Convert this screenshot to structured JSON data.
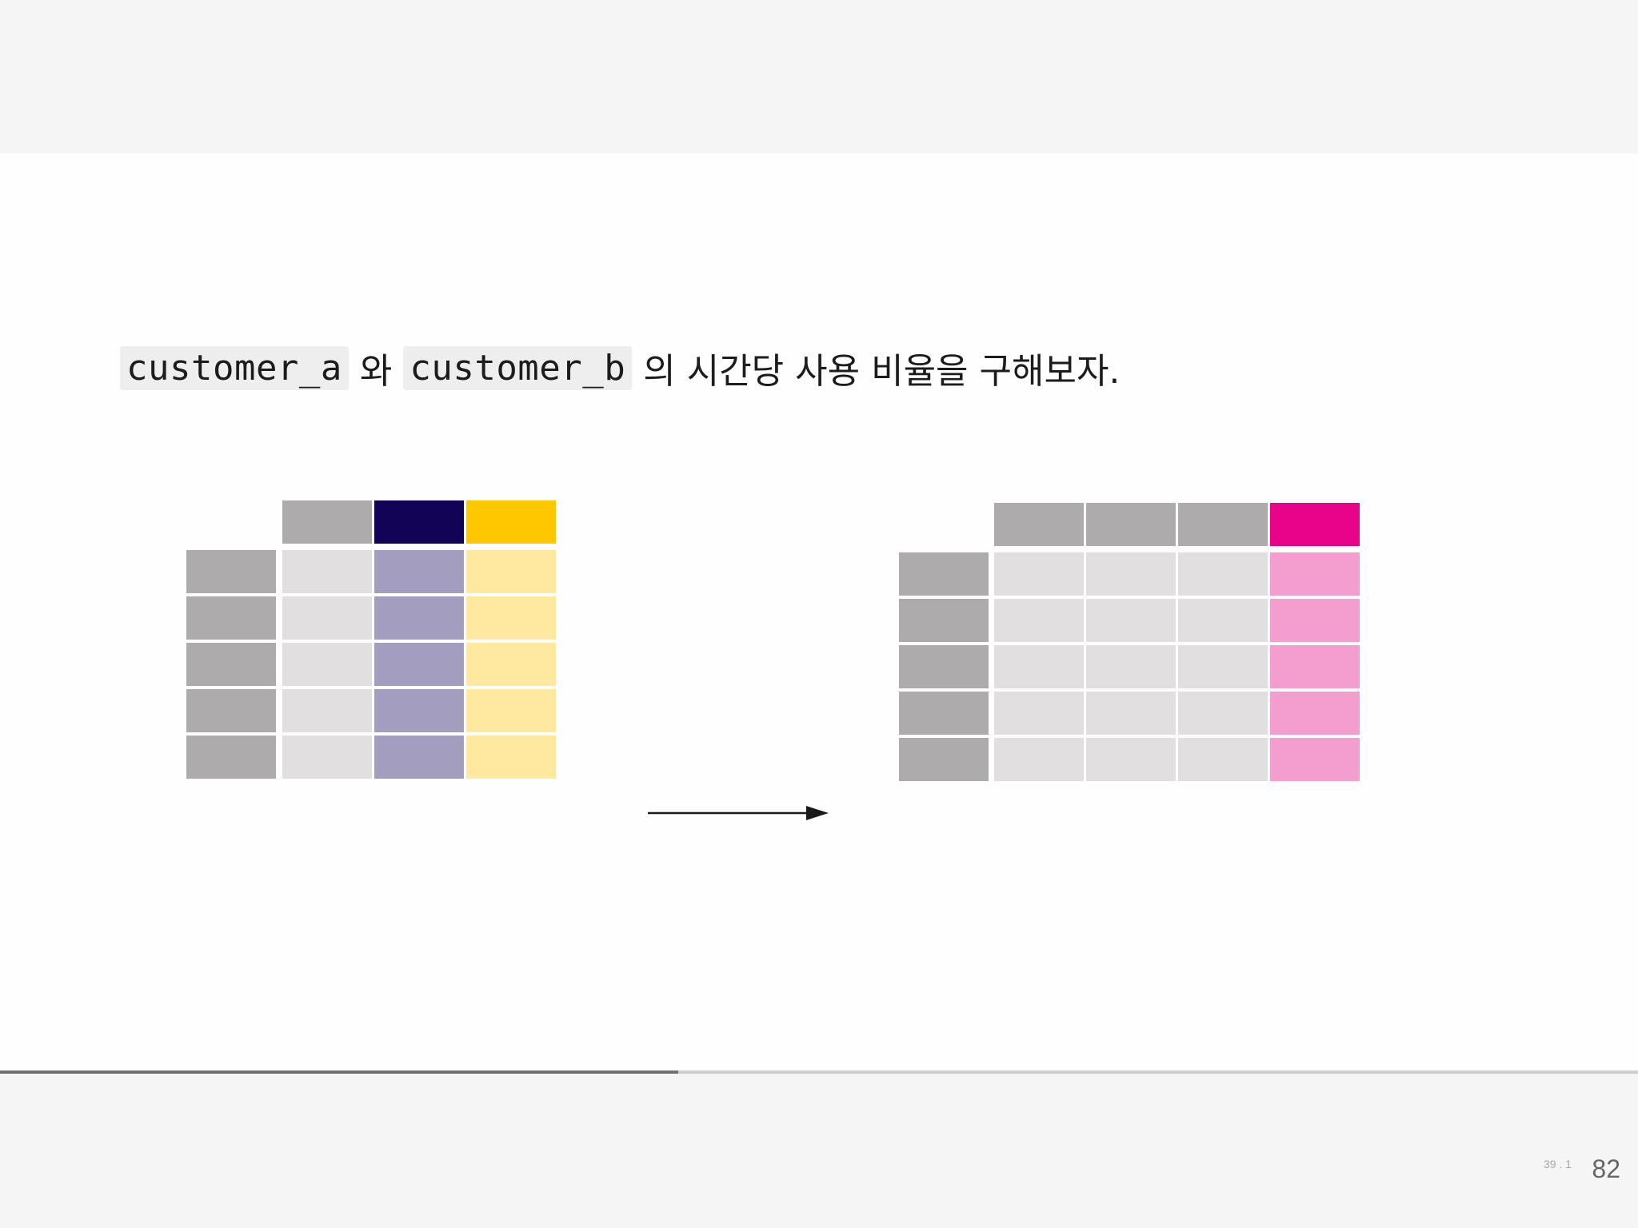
{
  "slide": {
    "heading": {
      "code_a": "customer_a",
      "text_1": " 와 ",
      "code_b": "customer_b",
      "text_2": " 의 시간당 사용 비율을 구해보자."
    },
    "diagram": {
      "left_table": {
        "index_color": "#adabab",
        "header_colors": [
          "#adabab",
          "#120356",
          "#fec700"
        ],
        "body_colors": [
          "#e1dfe0",
          "#a39ec0",
          "#fee99f"
        ],
        "rows": 5
      },
      "right_table": {
        "index_color": "#adabab",
        "header_colors": [
          "#adabab",
          "#adabab",
          "#adabab",
          "#e7048a"
        ],
        "body_colors": [
          "#e1dfe0",
          "#e1dfe0",
          "#e1dfe0",
          "#f49dcf"
        ],
        "rows": 5
      },
      "arrow_color": "#1a1a1a"
    },
    "counter": "39 . 1"
  },
  "footer": {
    "page_number": "82",
    "progress": 0.414
  }
}
